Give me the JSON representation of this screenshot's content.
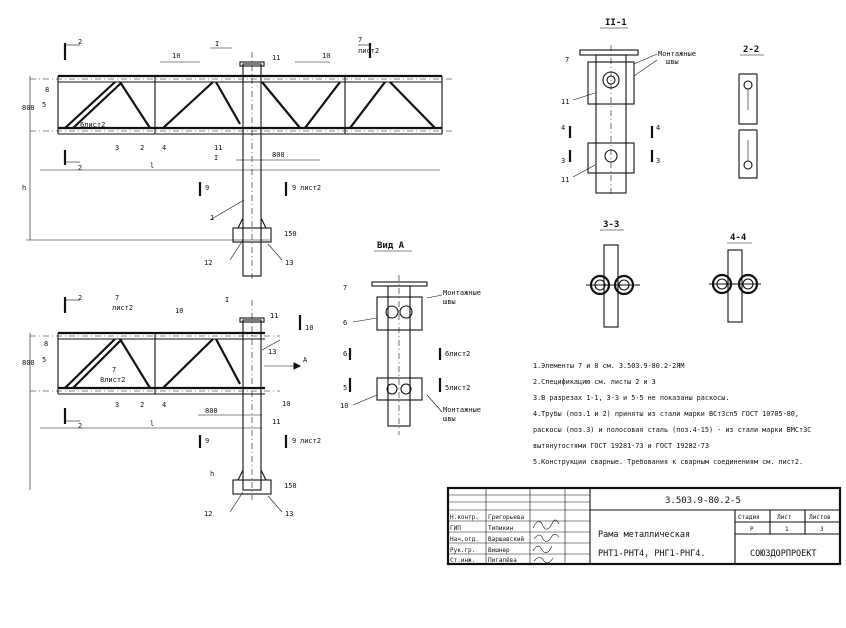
{
  "labels": {
    "sec_2": "2",
    "sec_7": "7",
    "sec_10": "10",
    "sec_i": "I",
    "sec_9": "9",
    "sheet2": "лист2",
    "n11": "11",
    "n12": "12",
    "n13": "13",
    "n3": "3",
    "n4": "4",
    "n5": "5",
    "n7": "7",
    "n8": "8",
    "n10": "10",
    "n1": "1",
    "n2": "2",
    "n6": "6",
    "dim_800": "800",
    "dim_h800": "800",
    "dim_150": "150",
    "dim_l": "l",
    "dim_i": "l",
    "dim_h": "h",
    "view_a_arrow": "A",
    "sec6_sheet": "6лист2",
    "sec5_sheet": "5лист2",
    "sec8_sheet": "8лист2"
  },
  "section_titles": {
    "s11": "II-1",
    "s22": "2-2",
    "s33": "3-3",
    "s44": "4-4",
    "view_a": "Вид А"
  },
  "callouts": {
    "mounting_seam_1": "Монтажные",
    "mounting_seam_2": "швы",
    "mounting_seam_3": "Монтажные",
    "mounting_seam_4": "швы",
    "mounting_seam_5": "Монтажные",
    "mounting_seam_6": "швы"
  },
  "notes": [
    "1.Элементы 7 и 8 см. 3.503.9-80.2-2ЯМ",
    "2.Спецификацию см. листы 2 и 3",
    "3.В разрезах 1-1, 3-3 и 5-5 не показаны раскосы.",
    "4.Трубы (поз.1 и 2) приняты из стали марки ВСт3сп5 ГОСТ 10705-80,",
    "  раскосы (поз.3) и полосовая сталь (поз.4-15) - из стали марки ВМСт3С",
    "  вытянутостями ГОСТ 19281-73 и ГОСТ 19282-73",
    "5.Конструкции сварные. Требования к сварным соединениям см. лист2."
  ],
  "title_block": {
    "doc_code": "3.503.9-80.2-5",
    "title_line1": "Рама металлическая",
    "title_line2": "РНТ1-РНТ4, РНГ1-РНГ4.",
    "stage_hdr": "Стадия",
    "sheet_hdr": "Лист",
    "sheets_hdr": "Листов",
    "stage": "Р",
    "sheet": "1",
    "sheets": "3",
    "org": "СОЮЗДОРПРОЕКТ",
    "roles": [
      {
        "role": "Н.контр.",
        "name": "Григорьева"
      },
      {
        "role": "ГИП",
        "name": "Типикин"
      },
      {
        "role": "Нач.отд.",
        "name": "Варшавский"
      },
      {
        "role": "Рук.гр.",
        "name": "Вишнер"
      },
      {
        "role": "Ст.инж.",
        "name": "Пигалёва"
      }
    ]
  }
}
